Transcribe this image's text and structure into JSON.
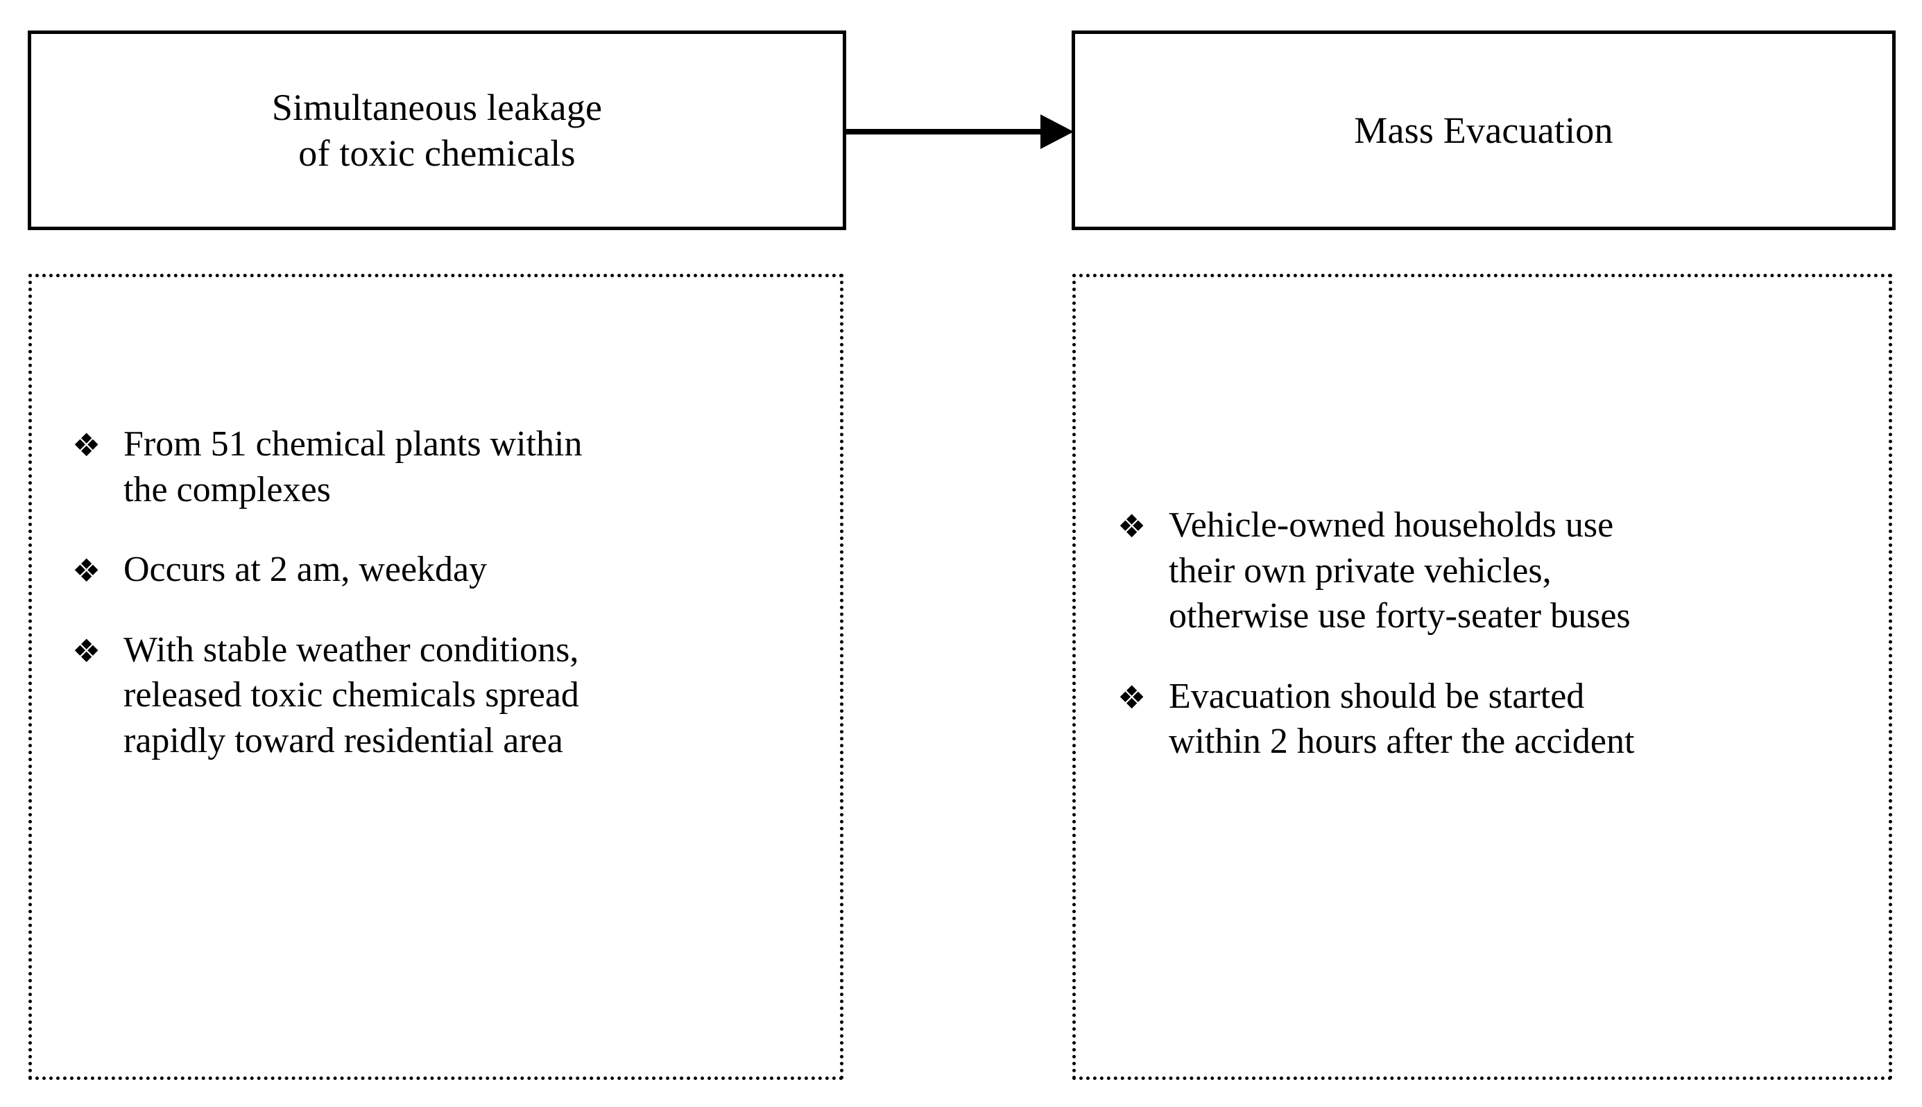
{
  "diagram": {
    "title_flow": "Simultaneous leakage of toxic chemicals leads to Mass Evacuation",
    "bullet_glyph": "❖",
    "colors": {
      "stroke": "#000000",
      "background": "#ffffff",
      "text": "#000000"
    },
    "nodes": [
      {
        "id": "hazard",
        "header": "Simultaneous leakage\nof toxic chemicals",
        "details": [
          "From 51 chemical plants within\nthe complexes",
          "Occurs at 2 am, weekday",
          "With stable weather conditions,\nreleased toxic chemicals spread\nrapidly toward residential area"
        ]
      },
      {
        "id": "response",
        "header": "Mass Evacuation",
        "details": [
          "Vehicle-owned households use\ntheir own private vehicles,\notherwise use forty-seater buses",
          "Evacuation should be started\nwithin 2 hours after the accident"
        ]
      }
    ],
    "connector": {
      "from": "hazard",
      "to": "response",
      "style": "solid-arrow",
      "direction": "right"
    }
  }
}
